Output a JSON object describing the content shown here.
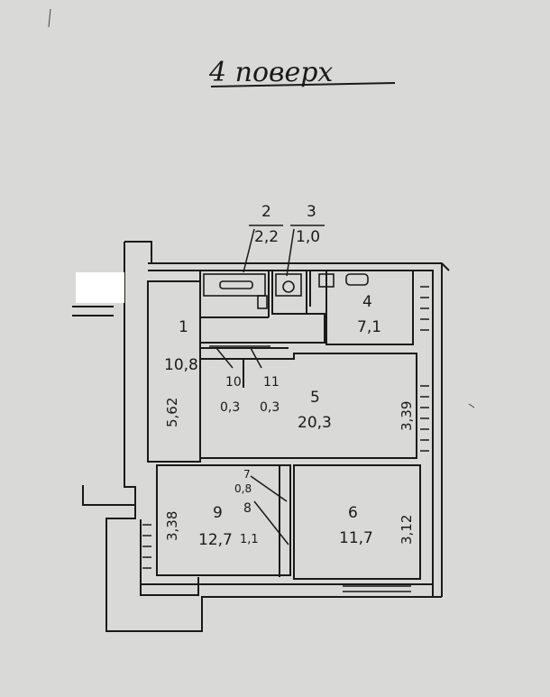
{
  "title": "4 поверх",
  "ink_color": "#1a1a1a",
  "paper_color": "#d9d9d7",
  "rooms": [
    {
      "number": "1",
      "area": "10,8"
    },
    {
      "number": "2",
      "area": "2,2"
    },
    {
      "number": "3",
      "area": "1,0"
    },
    {
      "number": "4",
      "area": "7,1"
    },
    {
      "number": "5",
      "area": "20,3"
    },
    {
      "number": "6",
      "area": "11,7"
    },
    {
      "number": "7",
      "area": "0,8"
    },
    {
      "number": "8",
      "area": "1,1"
    },
    {
      "number": "9",
      "area": "12,7"
    },
    {
      "number": "10",
      "area": "0,3"
    },
    {
      "number": "11",
      "area": "0,3"
    }
  ],
  "dimensions": {
    "room1": "5,62",
    "room5": "3,39",
    "room6": "3,12",
    "room9": "3,38"
  }
}
